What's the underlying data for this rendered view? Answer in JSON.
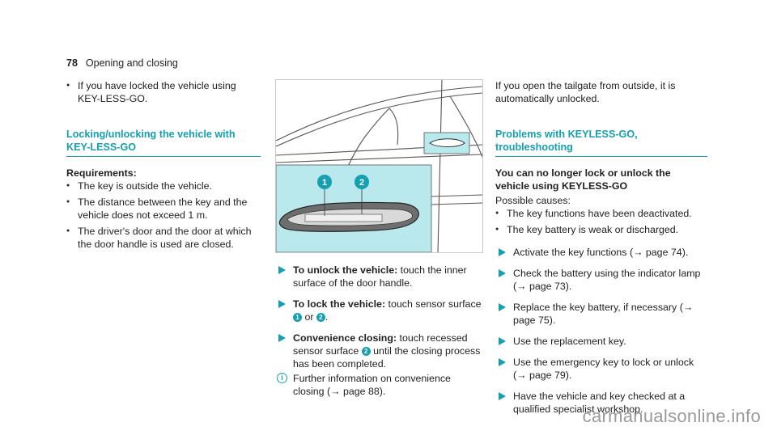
{
  "header": {
    "page_number": "78",
    "title": "Opening and closing"
  },
  "col1": {
    "intro_bullet": "If you have locked the vehicle using KEY-LESS-GO.",
    "section_title": "Locking/unlocking the vehicle with KEY-LESS-GO",
    "requirements_label": "Requirements:",
    "requirements": [
      "The key is outside the vehicle.",
      "The distance between the key and the vehicle does not exceed 1 m.",
      "The driver's door and the door at which the door handle is used are closed."
    ]
  },
  "figure": {
    "label_1": "1",
    "label_2": "2"
  },
  "col2": {
    "steps": [
      {
        "label": "To unlock the vehicle:",
        "text": " touch the inner surface of the door handle."
      },
      {
        "label": "To lock the vehicle:",
        "text_a": " touch sensor surface ",
        "ref1": "1",
        "mid": " or ",
        "ref2": "2",
        "end": "."
      },
      {
        "label": "Convenience closing:",
        "text_a": " touch recessed sensor surface ",
        "ref": "2",
        "text_b": " until the closing process has been completed."
      }
    ],
    "note": "Further information on convenience closing (→ page 88)."
  },
  "col3": {
    "intro": "If you open the tailgate from outside, it is automatically unlocked.",
    "section_title": "Problems with KEYLESS-GO, troubleshooting",
    "problem_title": "You can no longer lock or unlock the vehicle using KEYLESS-GO",
    "causes_label": "Possible causes:",
    "causes": [
      "The key functions have been deactivated.",
      "The key battery is weak or discharged."
    ],
    "steps": [
      "Activate the key functions (→ page 74).",
      "Check the battery using the indicator lamp (→ page 73).",
      "Replace the key battery, if necessary (→ page 75).",
      "Use the replacement key.",
      "Use the emergency key to lock or unlock (→ page 79).",
      "Have the vehicle and key checked at a qualified specialist workshop."
    ]
  },
  "watermark": "carmanualsonline.info",
  "colors": {
    "accent": "#14a0b0",
    "highlight": "#b9e9ec"
  }
}
